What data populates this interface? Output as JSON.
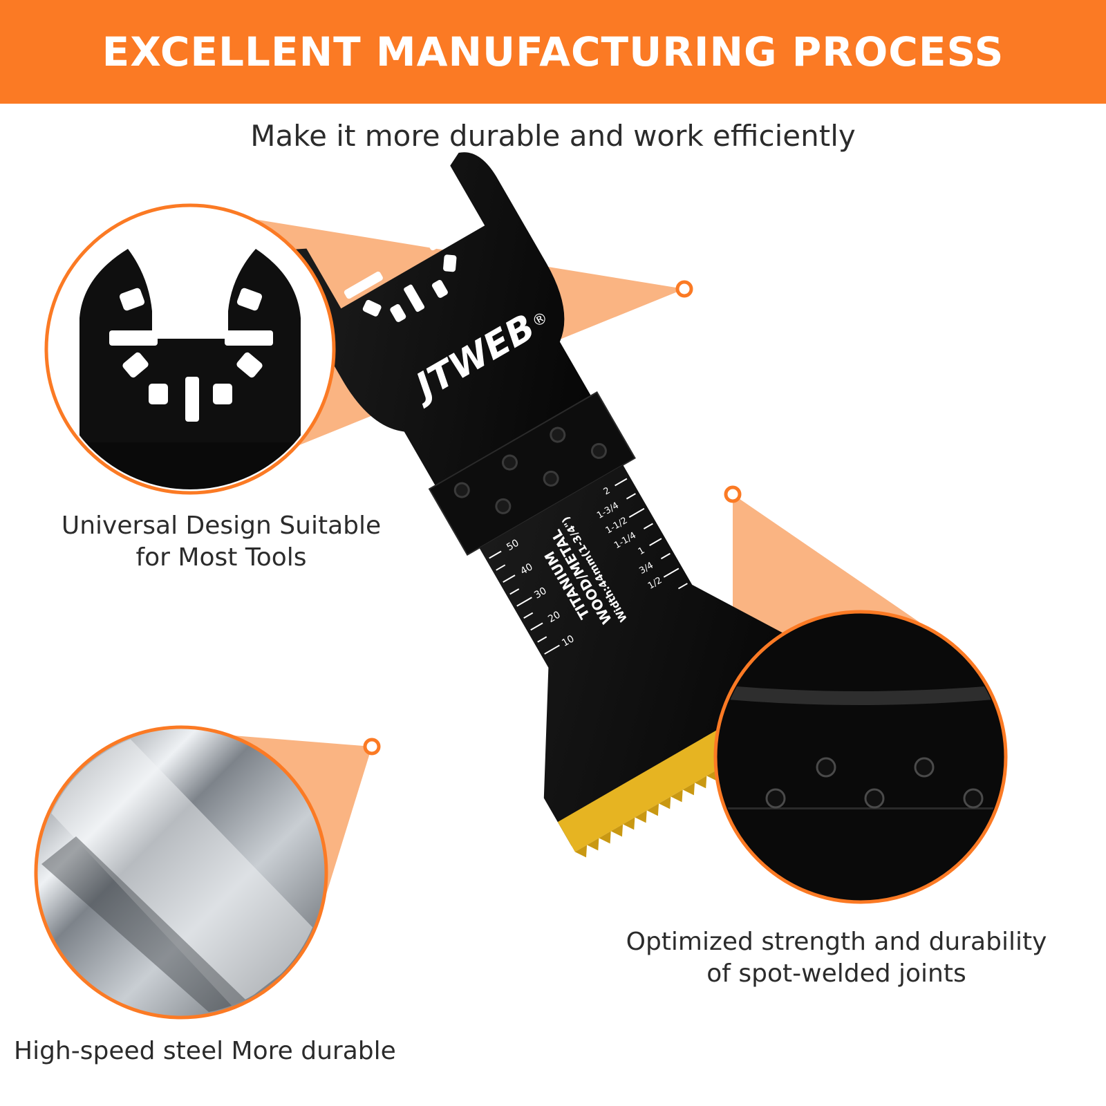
{
  "banner": {
    "title": "EXCELLENT MANUFACTURING PROCESS"
  },
  "subtitle": "Make it more durable and work efficiently",
  "blade": {
    "brand": "JTWEB",
    "registered_mark": "®",
    "line1": "TITANIUM",
    "line2": "WOOD/METAL",
    "line3": "Width:44mm(1-3/4\")",
    "mm_ticks": [
      "10",
      "20",
      "30",
      "40",
      "50"
    ],
    "inch_ticks": [
      "1/2",
      "3/4",
      "1",
      "1-1/4",
      "1-1/2",
      "1-3/4",
      "2"
    ]
  },
  "features": [
    {
      "id": "universal",
      "line1": "Universal Design Suitable",
      "line2": "for Most Tools"
    },
    {
      "id": "joints",
      "line1": "Optimized strength and durability",
      "line2": "of spot-welded joints"
    },
    {
      "id": "steel",
      "line1": "High-speed steel More durable"
    }
  ],
  "colors": {
    "accent": "#fb7a24",
    "cone": "#f8a46a",
    "blade": "#111111",
    "teeth": "#e6b422",
    "steel_dark": "#4a4e53",
    "steel_light": "#e9ecef"
  }
}
